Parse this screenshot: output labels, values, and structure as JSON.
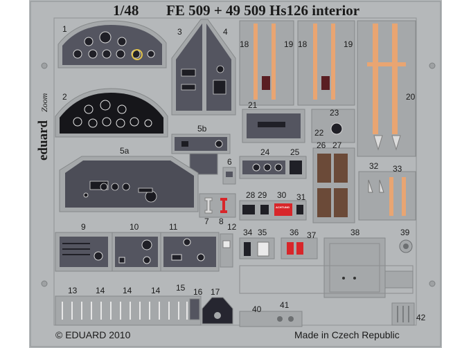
{
  "sheet": {
    "scale": "1/48",
    "title": "FE 509 + 49 509  Hs126 interior",
    "brand": "eduard",
    "brand_mark": "Zoom",
    "copyright": "© EDUARD 2010",
    "origin": "Made in Czech Republic",
    "warning_label": "ACHTUNG",
    "colors": {
      "fret": "#b5b8ba",
      "panel": "#545560",
      "belt": "#e9a572",
      "red": "#d8262a",
      "wood": "#6b4a38"
    }
  },
  "part_numbers": {
    "p1": "1",
    "p2": "2",
    "p3": "3",
    "p4": "4",
    "p5a": "5a",
    "p5b": "5b",
    "p6": "6",
    "p7": "7",
    "p8": "8",
    "p9": "9",
    "p10": "10",
    "p11": "11",
    "p12": "12",
    "p13": "13",
    "p14a": "14",
    "p14b": "14",
    "p14c": "14",
    "p15": "15",
    "p16": "16",
    "p17": "17",
    "p18a": "18",
    "p19a": "19",
    "p18b": "18",
    "p19b": "19",
    "p20": "20",
    "p21": "21",
    "p22": "22",
    "p23": "23",
    "p24": "24",
    "p25": "25",
    "p26": "26",
    "p27": "27",
    "p28": "28",
    "p29": "29",
    "p30": "30",
    "p31": "31",
    "p32": "32",
    "p33": "33",
    "p34": "34",
    "p35": "35",
    "p36": "36",
    "p37": "37",
    "p38": "38",
    "p39": "39",
    "p40": "40",
    "p41": "41",
    "p42": "42"
  }
}
